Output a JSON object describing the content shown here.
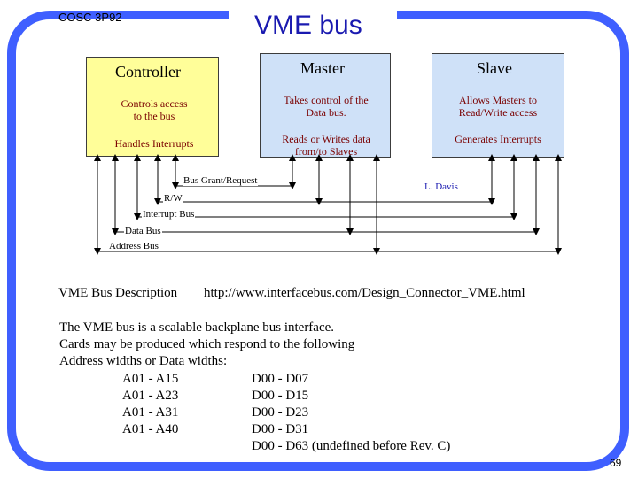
{
  "course": "COSC 3P92",
  "title": "VME bus",
  "diagram": {
    "controller": {
      "title": "Controller",
      "cell1": [
        "Controls access",
        "to the bus"
      ],
      "cell2": "Handles Interrupts"
    },
    "master": {
      "title": "Master",
      "cell1": [
        "Takes control of the",
        "Data bus."
      ],
      "cell2": [
        "Reads or Writes data",
        "from/to Slaves"
      ]
    },
    "slave": {
      "title": "Slave",
      "cell1": [
        "Allows Masters to",
        "Read/Write access"
      ],
      "cell2": "Generates Interrupts"
    },
    "buses": [
      "Bus Grant/Request",
      "R/W",
      "Interrupt Bus",
      "Data Bus",
      "Address Bus"
    ],
    "credit": "L. Davis",
    "colors": {
      "controller_fill": "#fffe99",
      "master_slave_fill": "#cfe1f8",
      "frame": "#3f5fff",
      "title": "#1a1ab0"
    }
  },
  "caption": {
    "label": "VME Bus Description",
    "url": "http://www.interfacebus.com/Design_Connector_VME.html"
  },
  "body": {
    "lines": [
      "The VME bus is a scalable backplane bus interface.",
      "Cards may be produced which respond to the following",
      "Address widths or Data widths:"
    ],
    "address_widths": [
      "A01 - A15",
      "A01 - A23",
      "A01 - A31",
      "A01 - A40"
    ],
    "data_widths": [
      "D00 - D07",
      "D00 - D15",
      "D00 - D23",
      "D00 - D31",
      "D00 - D63 (undefined before Rev. C)"
    ]
  },
  "page_number": "69"
}
